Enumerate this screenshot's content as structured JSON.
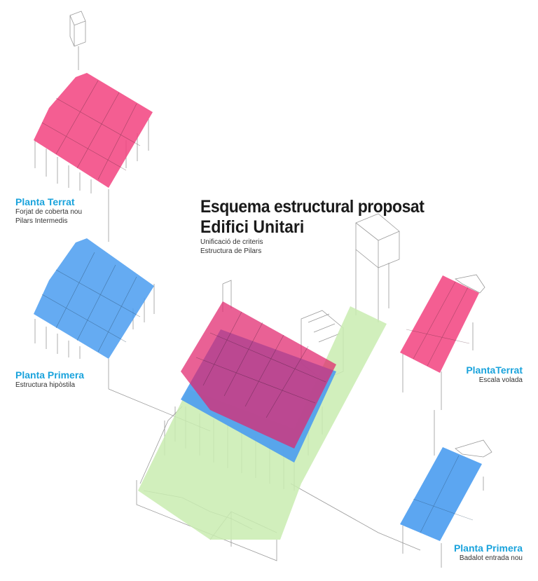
{
  "title": {
    "main": "Esquema estructural proposat",
    "sub": "Edifici Unitari",
    "notes": [
      "Unificació de criteris",
      "Estructura de Pilars"
    ]
  },
  "labels": [
    {
      "title": "Planta Terrat",
      "lines": [
        "Forjat de coberta nou",
        "Pilars Intermedis"
      ]
    },
    {
      "title": "Planta Primera",
      "lines": [
        "Estructura hipòstila"
      ]
    },
    {
      "title": "PlantaTerrat",
      "lines": [
        "Escala volada"
      ]
    },
    {
      "title": "Planta Primera",
      "lines": [
        "Badalot entrada nou"
      ]
    }
  ],
  "colors": {
    "roof": "#f2427f",
    "first_floor": "#4a9cf0",
    "ground": "#c9ecb0",
    "label": "#1aa3dc",
    "title": "#1a1a1a",
    "lines": "#9a9a9a"
  }
}
